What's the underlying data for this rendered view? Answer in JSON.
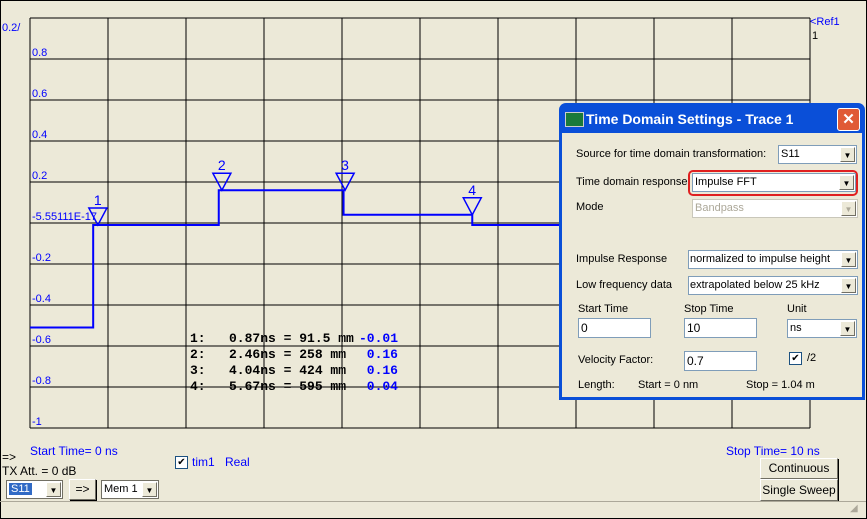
{
  "plot": {
    "scale_label": "0.2/",
    "ref_label": "<Ref1",
    "ref_value": "1",
    "y_labels": [
      "0.8",
      "0.6",
      "0.4",
      "0.2",
      "-5.55111E-17",
      "-0.2",
      "-0.4",
      "-0.6",
      "-0.8",
      "-1"
    ],
    "start_time": "Start Time= 0 ns",
    "stop_time": "Stop Time= 10 ns"
  },
  "chart_data": {
    "type": "line",
    "x_range_ns": [
      0,
      10
    ],
    "ylim": [
      -1,
      1
    ],
    "grid": true,
    "trace": [
      [
        0,
        -0.51
      ],
      [
        0.81,
        -0.51
      ],
      [
        0.81,
        -0.01
      ],
      [
        2.42,
        -0.01
      ],
      [
        2.42,
        0.16
      ],
      [
        4.02,
        0.16
      ],
      [
        4.02,
        0.04
      ],
      [
        5.67,
        0.04
      ],
      [
        5.67,
        -0.01
      ],
      [
        6.8,
        -0.01
      ]
    ],
    "markers": [
      {
        "id": "1",
        "t": 0.87,
        "value": -0.01
      },
      {
        "id": "2",
        "t": 2.46,
        "value": 0.16
      },
      {
        "id": "3",
        "t": 4.04,
        "value": 0.16
      },
      {
        "id": "4",
        "t": 5.67,
        "value": 0.04
      }
    ]
  },
  "marker_table": [
    {
      "label": "1:   0.87ns = 91.5 mm",
      "value": "-0.01"
    },
    {
      "label": "2:   2.46ns = 258 mm",
      "value": "0.16"
    },
    {
      "label": "3:   4.04ns = 424 mm",
      "value": "0.16"
    },
    {
      "label": "4:   5.67ns = 595 mm",
      "value": "0.04"
    }
  ],
  "bottom": {
    "arrow": "=>",
    "tx_att": "TX Att.  = 0 dB",
    "param": "S11",
    "copy_btn": "=>",
    "mem": "Mem 1",
    "trace_check": "tim1",
    "format": "Real",
    "continuous": "Continuous",
    "single_sweep": "Single Sweep"
  },
  "dialog": {
    "title": "Time Domain Settings - Trace 1",
    "source_label": "Source for time domain transformation:",
    "source": "S11",
    "response_label": "Time domain response",
    "response": "Impulse FFT",
    "mode_label": "Mode",
    "mode": "Bandpass",
    "impulse_label": "Impulse Response",
    "impulse": "normalized to impulse height",
    "lowfreq_label": "Low frequency data",
    "lowfreq": "extrapolated below 25 kHz",
    "start_label": "Start Time",
    "start": "0",
    "stop_label": "Stop Time",
    "stop": "10",
    "unit_label": "Unit",
    "unit": "ns",
    "vf_label": "Velocity Factor:",
    "vf": "0.7",
    "half_label": "/2",
    "length_label": "Length:",
    "length_start": "Start = 0 nm",
    "length_stop": "Stop = 1.04 m"
  }
}
